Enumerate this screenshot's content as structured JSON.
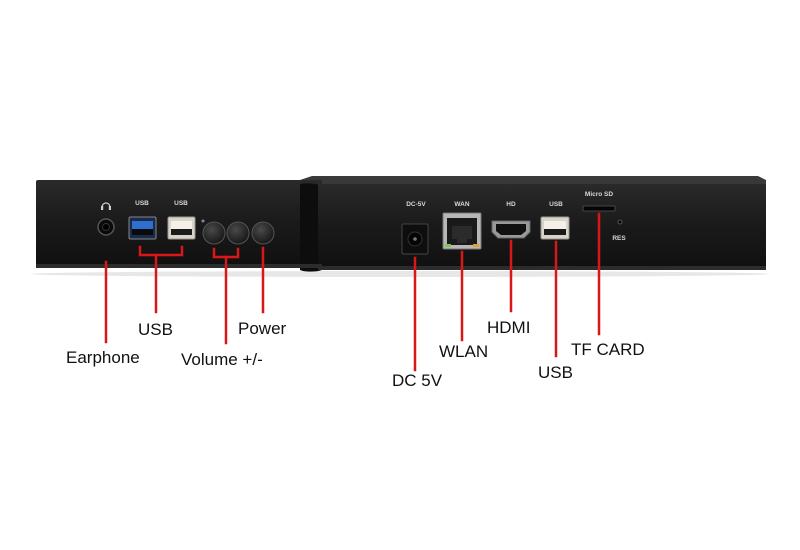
{
  "panel_labels": {
    "usb_left_1": "USB",
    "usb_left_2": "USB",
    "dc": "DC-5V",
    "wan": "WAN",
    "hd": "HD",
    "usb_right": "USB",
    "microsd": "Micro SD",
    "res": "RES"
  },
  "callouts": {
    "earphone": "Earphone",
    "usb": "USB",
    "volume": "Volume +/-",
    "power": "Power",
    "dc5v": "DC 5V",
    "wlan": "WLAN",
    "hdmi": "HDMI",
    "usb_right": "USB",
    "tf_card": "TF CARD"
  },
  "colors": {
    "callout_line": "#d81818",
    "device_body": "#1b1b1b",
    "usb3_port": "#2f6fd0",
    "usb2_port": "#f4f0e6"
  },
  "icons": {
    "earphone": "headphone-icon"
  }
}
